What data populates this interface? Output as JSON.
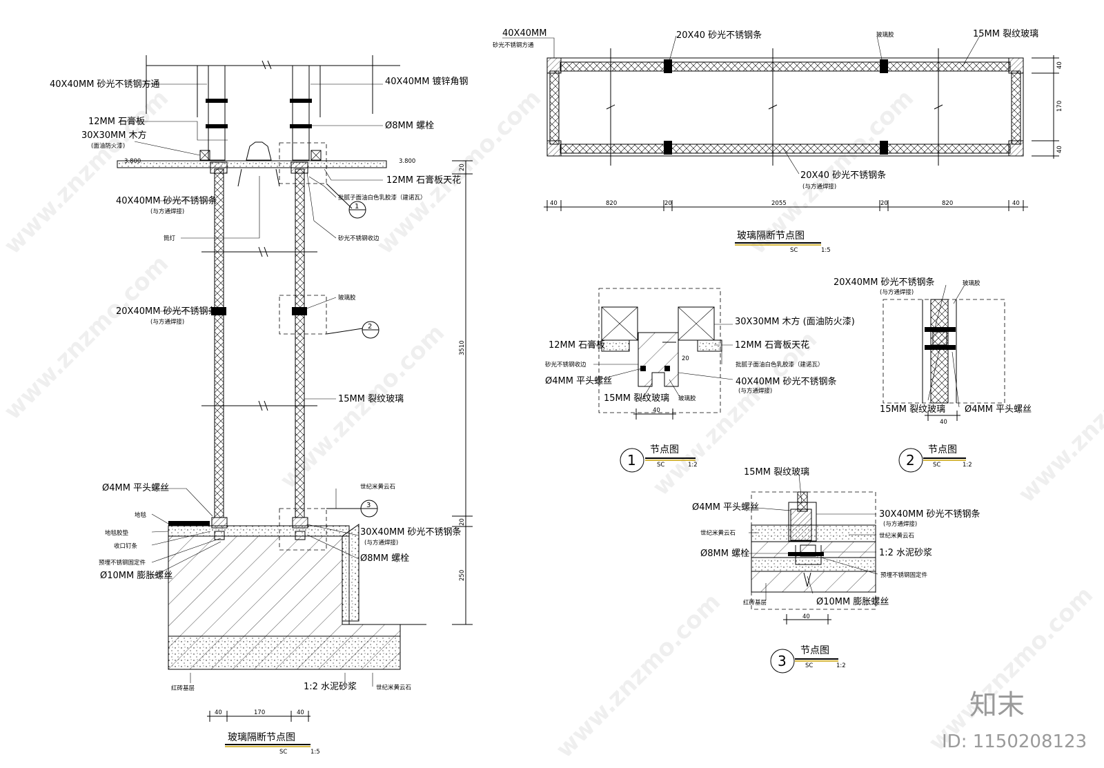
{
  "drawing": {
    "section_title": "玻璃隔断节点图",
    "plan_title": "玻璃隔断节点图",
    "detail1_title": "节点图",
    "detail2_title": "节点图",
    "detail3_title": "节点图",
    "scale_sc": "SC",
    "scale_15": "1:5",
    "scale_12": "1:2",
    "bubble1": "1",
    "bubble2": "2",
    "bubble3": "3"
  },
  "section_labels": {
    "l_40x40_tube": "40X40MM 砂光不锈钢方通",
    "l_40x40_angle": "40X40MM 镀锌角钢",
    "l_12_gyp": "12MM 石膏板",
    "l_30x30_wood": "30X30MM 木方",
    "l_fire": "(面油防火漆)",
    "l_8mm_bolt": "Ø8MM 螺栓",
    "l_elev1": "3.800",
    "l_elev2": "3.800",
    "l_12_ceiling": "12MM 石膏板天花",
    "l_paint": "批腻子面油白色乳胶漆（建诺瓦）",
    "l_40x40_strip": "40X40MM 砂光不锈钢条",
    "l_weld": "(与方通焊接)",
    "l_ss_edge": "砂光不锈钢收边",
    "l_downlight": "筒灯",
    "l_20x40_strip": "20X40MM 砂光不锈钢条",
    "l_weld2": "(与方通焊接)",
    "l_glass_glue": "玻璃胶",
    "l_15_glass": "15MM 裂纹玻璃",
    "l_4mm_screw": "Ø4MM 平头螺丝",
    "l_carpet": "地毯",
    "l_underlay": "地毯胶垫",
    "l_trim": "收口钉条",
    "l_fixing": "预埋不锈钢固定件",
    "l_10_anchor": "Ø10MM 膨胀螺丝",
    "l_marble": "世纪米黄云石",
    "l_30x40_strip": "30X40MM 砂光不锈钢条",
    "l_weld3": "(与方通焊接)",
    "l_8mm_bolt2": "Ø8MM 螺栓",
    "l_brick": "红砖基层",
    "l_mortar": "1:2 水泥砂浆",
    "l_marble2": "世纪米黄云石",
    "dim_3510": "3510",
    "dim_20a": "20",
    "dim_20b": "20",
    "dim_250": "250",
    "dim_b40a": "40",
    "dim_b170": "170",
    "dim_b40b": "40"
  },
  "plan_labels": {
    "p_40x40": "40X40MM",
    "p_40x40_sub": "砂光不锈钢方通",
    "p_20x40": "20X40 砂光不锈钢条",
    "p_glue": "玻璃胶",
    "p_15mm": "15MM 裂纹玻璃",
    "p_20x40b": "20X40 砂光不锈钢条",
    "p_weld": "(与方通焊接)",
    "p_dim_40a": "40",
    "p_dim_820a": "820",
    "p_dim_20a": "20",
    "p_dim_2055": "2055",
    "p_dim_20b": "20",
    "p_dim_820b": "820",
    "p_dim_40b": "40",
    "p_v40a": "40",
    "p_v170": "170",
    "p_v40b": "40"
  },
  "detail1_labels": {
    "d1_12mm": "12MM 石膏板",
    "d1_edge": "砂光不锈钢收边",
    "d1_4mm": "Ø4MM 平头螺丝",
    "d1_15mm": "15MM 裂纹玻璃",
    "d1_glue": "玻璃胶",
    "d1_30x30": "30X30MM 木方 (面油防火漆)",
    "d1_12ceil": "12MM 石膏板天花",
    "d1_paint": "批腻子面油白色乳胶漆（建诺瓦）",
    "d1_40x40": "40X40MM 砂光不锈钢条",
    "d1_weld": "(与方通焊接)",
    "d1_dim20": "20",
    "d1_dim40": "40"
  },
  "detail2_labels": {
    "d2_20x40": "20X40MM 砂光不锈钢条",
    "d2_weld": "(与方通焊接)",
    "d2_glue": "玻璃胶",
    "d2_15mm": "15MM 裂纹玻璃",
    "d2_4mm": "Ø4MM 平头螺丝",
    "d2_dim40": "40"
  },
  "detail3_labels": {
    "d3_15mm": "15MM 裂纹玻璃",
    "d3_4mm": "Ø4MM 平头螺丝",
    "d3_marble": "世纪米黄云石",
    "d3_8mm": "Ø8MM 螺栓",
    "d3_30x40": "30X40MM 砂光不锈钢条",
    "d3_weld": "(与方通焊接)",
    "d3_marble2": "世纪米黄云石",
    "d3_mortar": "1:2 水泥砂浆",
    "d3_fix": "预埋不锈钢固定件",
    "d3_brick": "红砖基层",
    "d3_10mm": "Ø10MM 膨胀螺丝",
    "d3_dim40": "40"
  },
  "branding": {
    "watermark": "www.znzmo.com",
    "logo": "知末",
    "id_text": "ID: 1150208123"
  },
  "colors": {
    "scale_bar": "#c8a000",
    "watermark": "#999999",
    "ink": "#000000"
  }
}
